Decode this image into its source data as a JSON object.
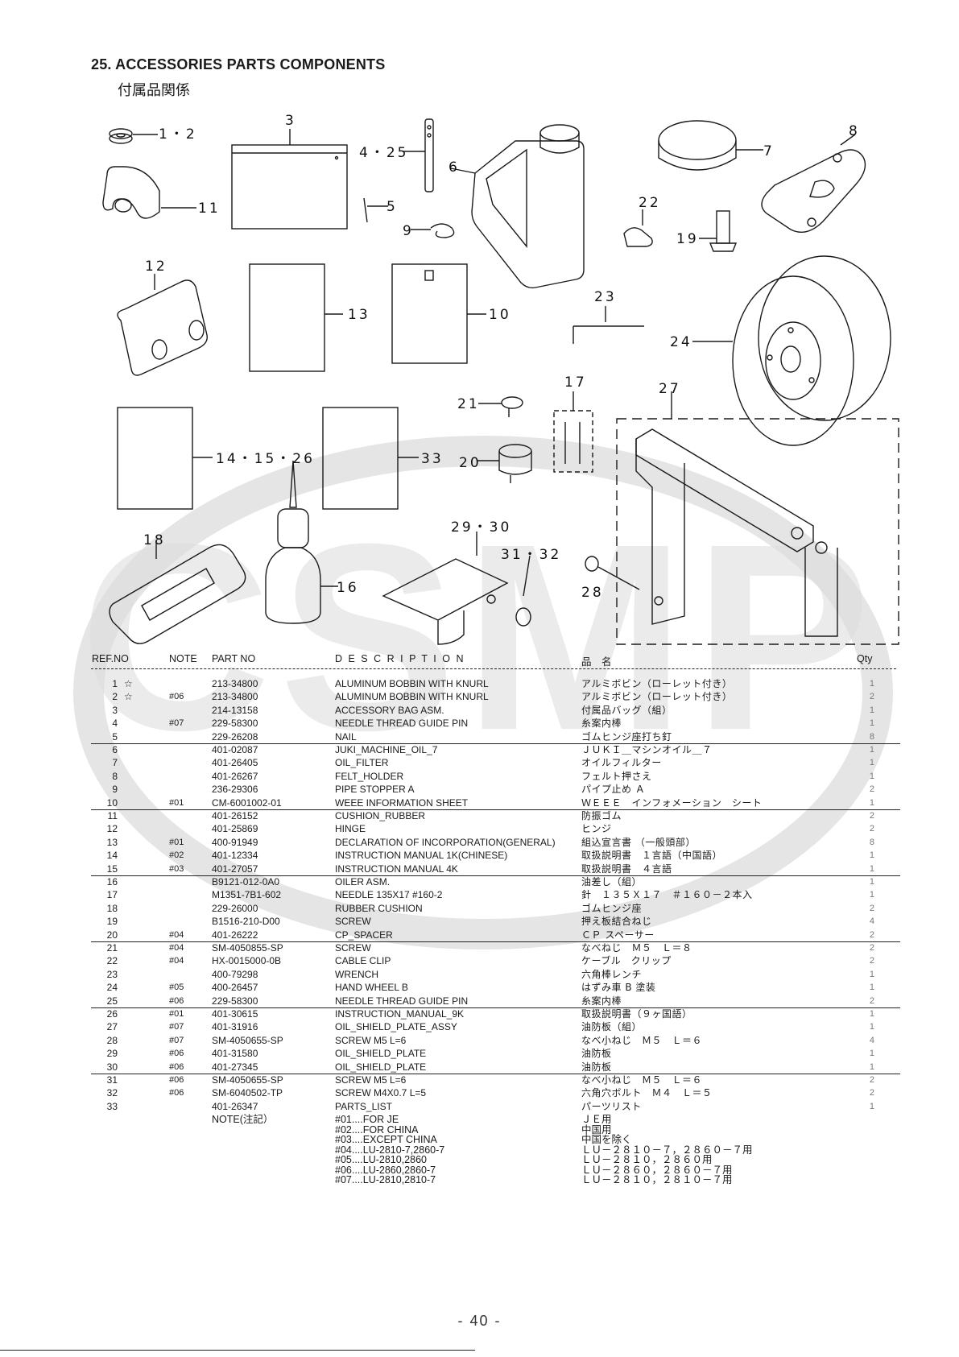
{
  "header": {
    "title": "25. ACCESSORIES PARTS COMPONENTS",
    "subtitle": "付属品関係"
  },
  "watermark": {
    "text": "CSMP",
    "color": "#d9d9d9"
  },
  "diagram_labels": {
    "l1": "1・2",
    "l2": "3",
    "l3": "4・25",
    "l4": "6",
    "l5": "7",
    "l6": "8",
    "l7": "11",
    "l8": "5",
    "l9": "9",
    "l10": "22",
    "l11": "19",
    "l12": "12",
    "l13": "13",
    "l14": "10",
    "l15": "23",
    "l16": "24",
    "l17": "17",
    "l18": "27",
    "l19": "21",
    "l20": "20",
    "l21": "14・15・26",
    "l22": "33",
    "l23": "29・30",
    "l24": "31・32",
    "l25": "18",
    "l26": "16",
    "l27": "28"
  },
  "table": {
    "headers": {
      "ref": "REF.NO",
      "note": "NOTE",
      "part": "PART NO",
      "desc": "D E S C R I P T I O N",
      "jp": "品　名",
      "qty": "Qty"
    },
    "rows": [
      {
        "ref": "1",
        "star": "☆",
        "note": "",
        "part": "213-34800",
        "desc": "ALUMINUM BOBBIN WITH KNURL",
        "jp": "アルミボビン（ローレット付き）",
        "qty": "1"
      },
      {
        "ref": "2",
        "star": "☆",
        "note": "#06",
        "part": "213-34800",
        "desc": "ALUMINUM BOBBIN WITH KNURL",
        "jp": "アルミボビン（ローレット付き）",
        "qty": "2"
      },
      {
        "ref": "3",
        "star": "",
        "note": "",
        "part": "214-13158",
        "desc": "ACCESSORY BAG ASM.",
        "jp": "付属品バッグ（組）",
        "qty": "1"
      },
      {
        "ref": "4",
        "star": "",
        "note": "#07",
        "part": "229-58300",
        "desc": "NEEDLE THREAD GUIDE PIN",
        "jp": "糸案内棒",
        "qty": "1"
      },
      {
        "ref": "5",
        "star": "",
        "note": "",
        "part": "229-26208",
        "desc": "NAIL",
        "jp": "ゴムヒンジ座打ち釘",
        "qty": "8"
      },
      {
        "ref": "6",
        "star": "",
        "note": "",
        "part": "401-02087",
        "desc": "JUKI_MACHINE_OIL_7",
        "jp": "ＪＵＫＩ＿マシンオイル＿７",
        "qty": "1"
      },
      {
        "ref": "7",
        "star": "",
        "note": "",
        "part": "401-26405",
        "desc": "OIL_FILTER",
        "jp": "オイルフィルター",
        "qty": "1"
      },
      {
        "ref": "8",
        "star": "",
        "note": "",
        "part": "401-26267",
        "desc": "FELT_HOLDER",
        "jp": "フェルト押さえ",
        "qty": "1"
      },
      {
        "ref": "9",
        "star": "",
        "note": "",
        "part": "236-29306",
        "desc": "PIPE STOPPER A",
        "jp": "パイプ止め Ａ",
        "qty": "2"
      },
      {
        "ref": "10",
        "star": "",
        "note": "#01",
        "part": "CM-6001002-01",
        "desc": "WEEE INFORMATION SHEET",
        "jp": "ＷＥＥＥ　インフォメーション　シート",
        "qty": "1"
      },
      {
        "ref": "11",
        "star": "",
        "note": "",
        "part": "401-26152",
        "desc": "CUSHION_RUBBER",
        "jp": "防振ゴム",
        "qty": "2"
      },
      {
        "ref": "12",
        "star": "",
        "note": "",
        "part": "401-25869",
        "desc": "HINGE",
        "jp": "ヒンジ",
        "qty": "2"
      },
      {
        "ref": "13",
        "star": "",
        "note": "#01",
        "part": "400-91949",
        "desc": "DECLARATION OF INCORPORATION(GENERAL)",
        "jp": "組込宣言書 （一般頭部）",
        "qty": "8"
      },
      {
        "ref": "14",
        "star": "",
        "note": "#02",
        "part": "401-12334",
        "desc": "INSTRUCTION MANUAL 1K(CHINESE)",
        "jp": "取扱説明書　１言語（中国語）",
        "qty": "1"
      },
      {
        "ref": "15",
        "star": "",
        "note": "#03",
        "part": "401-27057",
        "desc": "INSTRUCTION MANUAL 4K",
        "jp": "取扱説明書　４言語",
        "qty": "1"
      },
      {
        "ref": "16",
        "star": "",
        "note": "",
        "part": "B9121-012-0A0",
        "desc": "OILER ASM.",
        "jp": "油差し（組）",
        "qty": "1"
      },
      {
        "ref": "17",
        "star": "",
        "note": "",
        "part": "M1351-7B1-602",
        "desc": "NEEDLE 135X17 #160-2",
        "jp": "針　１３５Ｘ１７　＃１６０－２本入",
        "qty": "1"
      },
      {
        "ref": "18",
        "star": "",
        "note": "",
        "part": "229-26000",
        "desc": "RUBBER CUSHION",
        "jp": "ゴムヒンジ座",
        "qty": "2"
      },
      {
        "ref": "19",
        "star": "",
        "note": "",
        "part": "B1516-210-D00",
        "desc": "SCREW",
        "jp": "押え板結合ねじ",
        "qty": "4"
      },
      {
        "ref": "20",
        "star": "",
        "note": "#04",
        "part": "401-26222",
        "desc": "CP_SPACER",
        "jp": "ＣＰ スペーサー",
        "qty": "2"
      },
      {
        "ref": "21",
        "star": "",
        "note": "#04",
        "part": "SM-4050855-SP",
        "desc": "SCREW",
        "jp": "なべねじ　Ｍ５　Ｌ＝８",
        "qty": "2"
      },
      {
        "ref": "22",
        "star": "",
        "note": "#04",
        "part": "HX-0015000-0B",
        "desc": "CABLE CLIP",
        "jp": "ケーブル　クリップ",
        "qty": "2"
      },
      {
        "ref": "23",
        "star": "",
        "note": "",
        "part": "400-79298",
        "desc": "WRENCH",
        "jp": "六角棒レンチ",
        "qty": "1"
      },
      {
        "ref": "24",
        "star": "",
        "note": "#05",
        "part": "400-26457",
        "desc": "HAND WHEEL B",
        "jp": "はずみ車 B 塗装",
        "qty": "1"
      },
      {
        "ref": "25",
        "star": "",
        "note": "#06",
        "part": "229-58300",
        "desc": "NEEDLE THREAD GUIDE PIN",
        "jp": "糸案内棒",
        "qty": "2"
      },
      {
        "ref": "26",
        "star": "",
        "note": "#01",
        "part": "401-30615",
        "desc": "INSTRUCTION_MANUAL_9K",
        "jp": "取扱説明書（９ヶ国語）",
        "qty": "1"
      },
      {
        "ref": "27",
        "star": "",
        "note": "#07",
        "part": "401-31916",
        "desc": "OIL_SHIELD_PLATE_ASSY",
        "jp": "油防板（組）",
        "qty": "1"
      },
      {
        "ref": "28",
        "star": "",
        "note": "#07",
        "part": "SM-4050655-SP",
        "desc": "SCREW M5 L=6",
        "jp": "なべ小ねじ　Ｍ５　Ｌ＝６",
        "qty": "4"
      },
      {
        "ref": "29",
        "star": "",
        "note": "#06",
        "part": "401-31580",
        "desc": "OIL_SHIELD_PLATE",
        "jp": "油防板",
        "qty": "1"
      },
      {
        "ref": "30",
        "star": "",
        "note": "#06",
        "part": "401-27345",
        "desc": "OIL_SHIELD_PLATE",
        "jp": "油防板",
        "qty": "1"
      },
      {
        "ref": "31",
        "star": "",
        "note": "#06",
        "part": "SM-4050655-SP",
        "desc": "SCREW M5 L=6",
        "jp": "なべ小ねじ　Ｍ５　Ｌ＝６",
        "qty": "2"
      },
      {
        "ref": "32",
        "star": "",
        "note": "#06",
        "part": "SM-6040502-TP",
        "desc": "SCREW M4X0.7 L=5",
        "jp": "六角穴ボルト　Ｍ４　Ｌ＝５",
        "qty": "2"
      },
      {
        "ref": "33",
        "star": "",
        "note": "",
        "part": "401-26347",
        "desc": "PARTS_LIST",
        "jp": "パーツリスト",
        "qty": "1"
      }
    ]
  },
  "notes": {
    "label": "NOTE(注記）",
    "en": [
      "#01....FOR JE",
      "#02....FOR CHINA",
      "#03....EXCEPT CHINA",
      "#04....LU-2810-7,2860-7",
      "#05....LU-2810,2860",
      "#06....LU-2860,2860-7",
      "#07....LU-2810,2810-7"
    ],
    "jp": [
      "ＪＥ用",
      "中国用",
      "中国を除く",
      "ＬＵ－２８１０－７，２８６０－７用",
      "ＬＵ－２８１０，２８６０用",
      "ＬＵ－２８６０，２８６０－７用",
      "ＬＵ－２８１０，２８１０－７用"
    ]
  },
  "footer": {
    "page": "- 40 -"
  }
}
